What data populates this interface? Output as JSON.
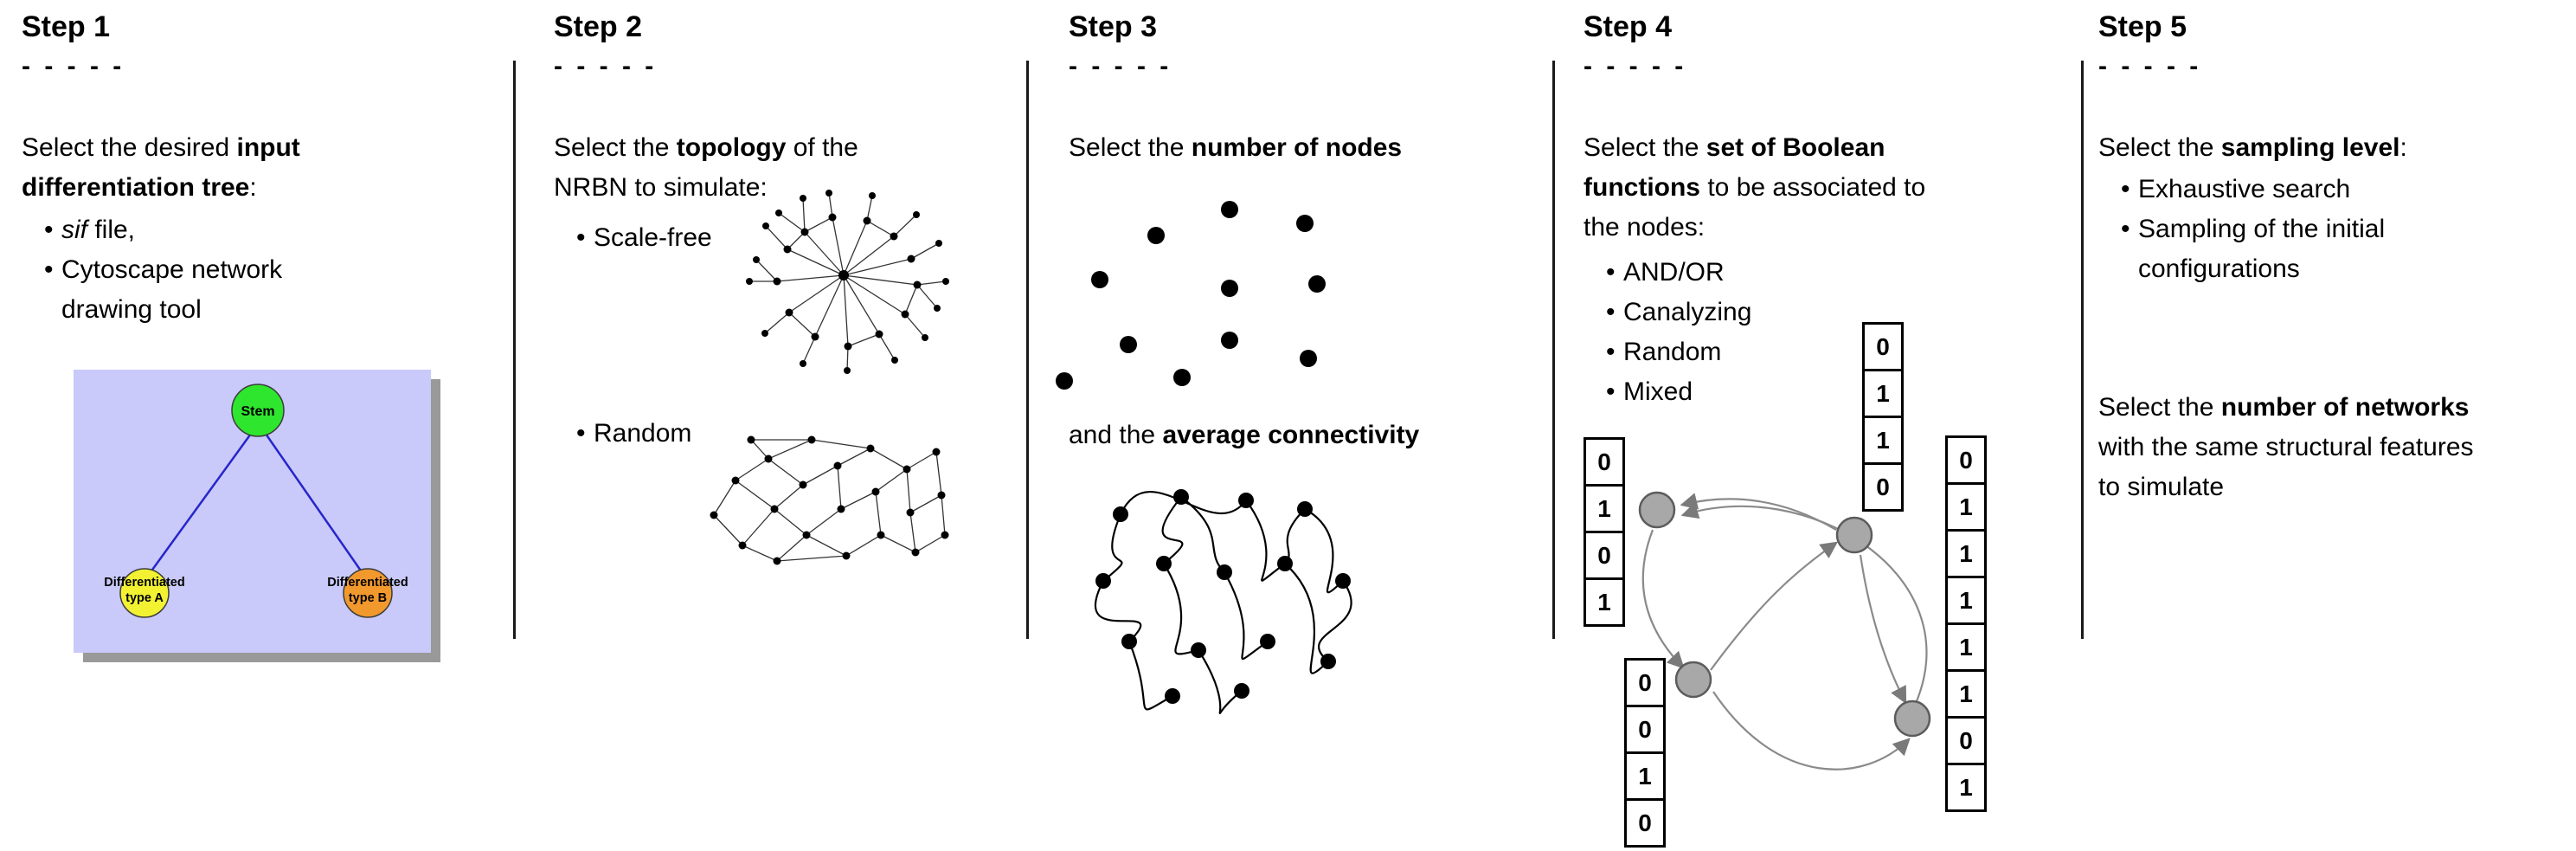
{
  "bullet_char": "•",
  "steps": [
    {
      "title": "Step 1",
      "separator": "- - - - -",
      "intro": [
        {
          "t": "Select the desired "
        },
        {
          "t": "input differentiation tree",
          "b": true
        },
        {
          "t": ":"
        }
      ],
      "bullets": [
        [
          {
            "t": "sif",
            "i": true
          },
          {
            "t": " file,"
          }
        ],
        [
          {
            "t": "Cytoscape network drawing tool"
          }
        ]
      ],
      "tree": {
        "background_color": "#c9c9fa",
        "edge_color": "#2626c9",
        "root": {
          "label": "Stem",
          "color": "#2ee62e"
        },
        "left": {
          "label_line1": "Differentiated",
          "label_line2": "type A",
          "color": "#f2f233"
        },
        "right": {
          "label_line1": "Differentiated",
          "label_line2": "type B",
          "color": "#f2992e"
        }
      }
    },
    {
      "title": "Step 2",
      "separator": "- - - - -",
      "intro": [
        {
          "t": "Select the "
        },
        {
          "t": "topology",
          "b": true
        },
        {
          "t": " of the NRBN to simulate:"
        }
      ],
      "bullets": [
        [
          {
            "t": "Scale-free"
          }
        ],
        [
          {
            "t": "Random"
          }
        ]
      ]
    },
    {
      "title": "Step 3",
      "separator": "- - - - -",
      "intro": [
        {
          "t": "Select the "
        },
        {
          "t": "number of nodes",
          "b": true
        }
      ],
      "second": [
        {
          "t": "and the "
        },
        {
          "t": "average connectivity",
          "b": true
        }
      ]
    },
    {
      "title": "Step 4",
      "separator": "- - - - -",
      "intro": [
        {
          "t": "Select the "
        },
        {
          "t": "set of Boolean functions",
          "b": true
        },
        {
          "t": " to be associated to the nodes:"
        }
      ],
      "bullets": [
        [
          {
            "t": "AND/OR"
          }
        ],
        [
          {
            "t": "Canalyzing"
          }
        ],
        [
          {
            "t": "Random"
          }
        ],
        [
          {
            "t": "Mixed"
          }
        ]
      ],
      "node_color": "#a8a8a8",
      "truth_tables": [
        {
          "name": "left",
          "values": [
            0,
            1,
            0,
            1
          ]
        },
        {
          "name": "top",
          "values": [
            0,
            1,
            1,
            0
          ]
        },
        {
          "name": "bottom-left",
          "values": [
            0,
            0,
            1,
            0
          ]
        },
        {
          "name": "right",
          "values": [
            0,
            1,
            1,
            1,
            1,
            1,
            0,
            1
          ]
        }
      ]
    },
    {
      "title": "Step 5",
      "separator": "- - - - -",
      "intro": [
        {
          "t": "Select the "
        },
        {
          "t": "sampling level",
          "b": true
        },
        {
          "t": ":"
        }
      ],
      "bullets": [
        [
          {
            "t": "Exhaustive search"
          }
        ],
        [
          {
            "t": "Sampling of the initial configurations"
          }
        ]
      ],
      "second": [
        {
          "t": "Select the "
        },
        {
          "t": "number of networks",
          "b": true
        },
        {
          "t": " with the same structural features to simulate"
        }
      ]
    }
  ]
}
